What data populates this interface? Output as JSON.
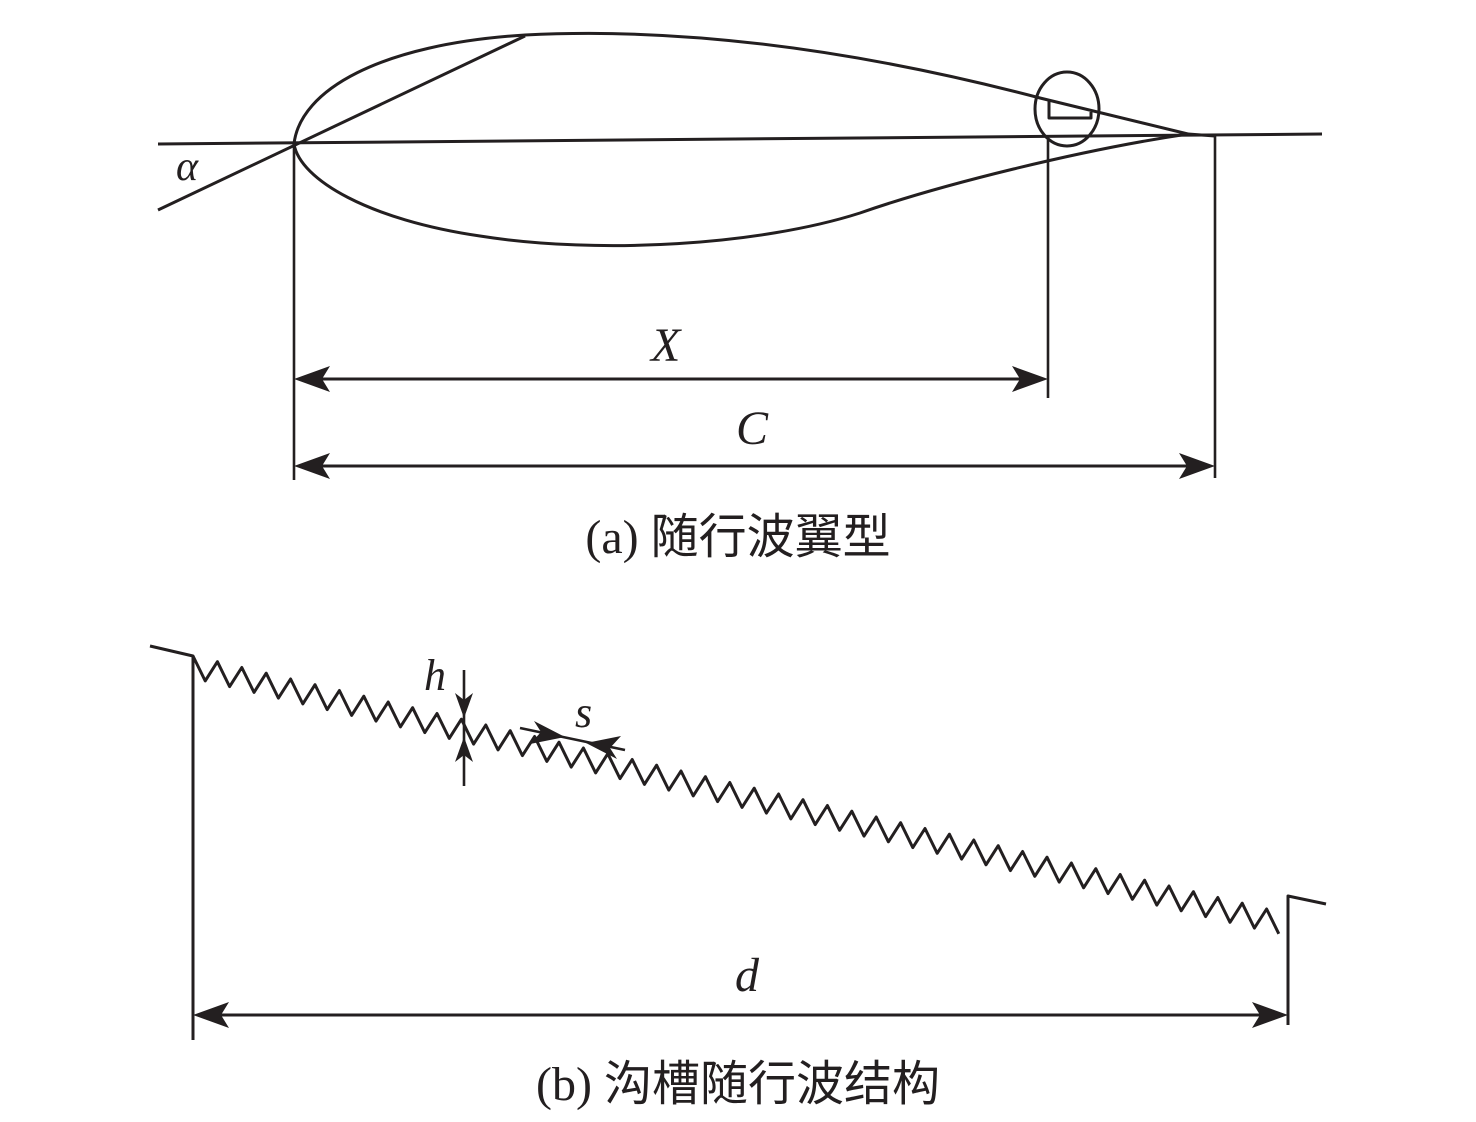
{
  "panel_a": {
    "caption": "(a) 随行波翼型",
    "labels": {
      "alpha": "α",
      "x": "X",
      "c": "C"
    }
  },
  "panel_b": {
    "caption": "(b) 沟槽随行波结构",
    "labels": {
      "h": "h",
      "s": "s",
      "d": "d"
    }
  },
  "colors": {
    "ink": "#231f20",
    "background": "#ffffff"
  }
}
